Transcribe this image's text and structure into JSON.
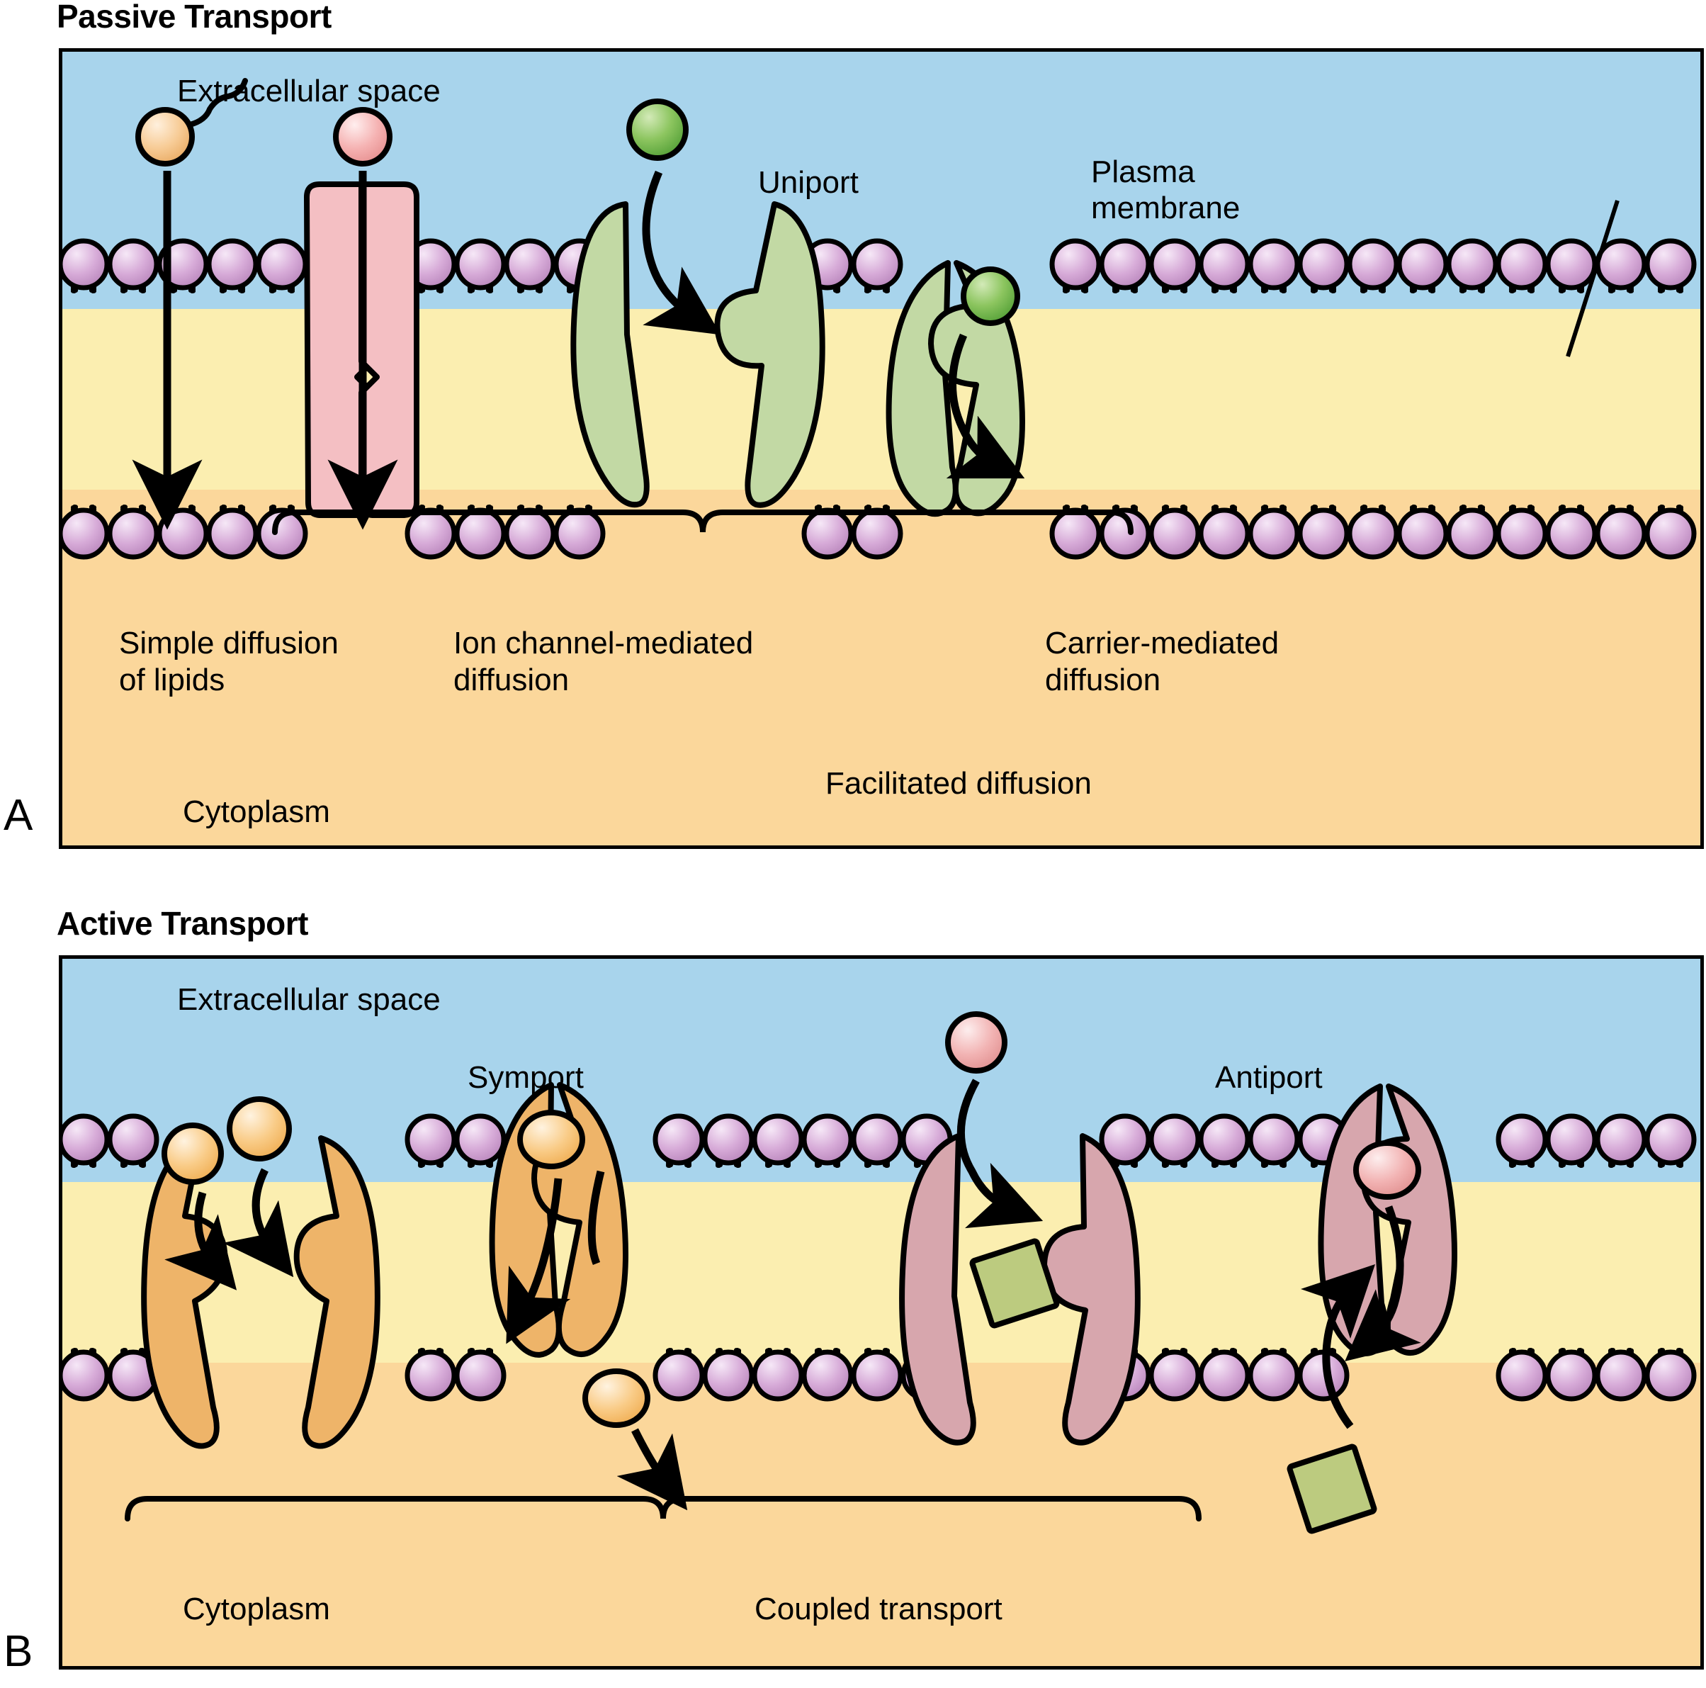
{
  "figure": {
    "panels": [
      {
        "letter": "A",
        "title": "Passive Transport",
        "regions": {
          "extracellular": "Extracellular space",
          "cytoplasm": "Cytoplasm",
          "membrane_callout": "Plasma\nmembrane"
        },
        "mechanism_labels": [
          "Simple diffusion\nof lipids",
          "Ion channel-mediated\ndiffusion",
          "Carrier-mediated\ndiffusion"
        ],
        "transporter_labels": [
          "Uniport"
        ],
        "bracket_label": "Facilitated diffusion"
      },
      {
        "letter": "B",
        "title": "Active Transport",
        "regions": {
          "extracellular": "Extracellular space",
          "cytoplasm": "Cytoplasm"
        },
        "mechanism_labels": [],
        "transporter_labels": [
          "Symport",
          "Antiport"
        ],
        "bracket_label": "Coupled transport"
      }
    ],
    "colors": {
      "extracellular_fluid": "#a8d4ec",
      "cytoplasm": "#fbd79b",
      "bilayer_core": "#fbeeb0",
      "phospholipid_head": "#cf9fd0",
      "ion_channel_protein": "#f4bfc3",
      "carrier_protein_green": "#c2d9a4",
      "symport_protein_orange": "#eeb469",
      "antiport_protein_mauve": "#d7a6ad",
      "solute_green": "#7dbd54",
      "solute_pink": "#f3aeae",
      "solute_tan": "#f5c88e",
      "solute_orange": "#f8c978",
      "energy_square_green": "#bccb7f",
      "outline": "#000000"
    },
    "icon_names": [
      "lipid-molecule-icon",
      "ion-solute-icon",
      "solute-sphere-icon",
      "phospholipid-icon",
      "arrow-icon",
      "curly-brace-icon",
      "leader-line-icon",
      "energy-square-icon"
    ]
  }
}
